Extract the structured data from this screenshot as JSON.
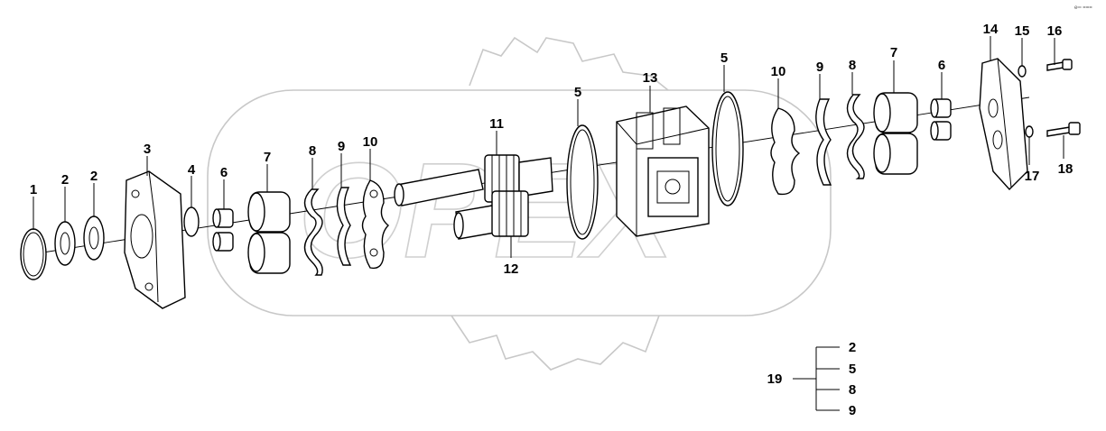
{
  "figure": {
    "watermark_text": "OPEX",
    "corner_mark": "e═ ===",
    "callouts": {
      "c1": "1",
      "c2a": "2",
      "c2b": "2",
      "c3": "3",
      "c4": "4",
      "c6a": "6",
      "c7a": "7",
      "c8a": "8",
      "c9a": "9",
      "c10a": "10",
      "c11": "11",
      "c12": "12",
      "c5a": "5",
      "c13": "13",
      "c5b": "5",
      "c10b": "10",
      "c9b": "9",
      "c8b": "8",
      "c7b": "7",
      "c6b": "6",
      "c14": "14",
      "c15": "15",
      "c16": "16",
      "c17": "17",
      "c18": "18"
    },
    "kit": {
      "label": "19",
      "items": [
        "2",
        "5",
        "8",
        "9"
      ]
    }
  }
}
